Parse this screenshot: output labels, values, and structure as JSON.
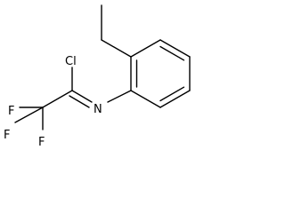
{
  "molecule": {
    "atoms": [
      {
        "id": "cl",
        "label": "Cl"
      },
      {
        "id": "n",
        "label": "N"
      },
      {
        "id": "f1",
        "label": "F"
      },
      {
        "id": "f2",
        "label": "F"
      },
      {
        "id": "f3",
        "label": "F"
      }
    ],
    "bonds": [
      {
        "from": "c_imine",
        "to": "n",
        "order": 2
      },
      {
        "from": "c_imine",
        "to": "cl",
        "order": 1
      },
      {
        "from": "c_imine",
        "to": "c_cf3",
        "order": 1
      },
      {
        "from": "c_cf3",
        "to": "f1",
        "order": 1
      },
      {
        "from": "c_cf3",
        "to": "f2",
        "order": 1
      },
      {
        "from": "c_cf3",
        "to": "f3",
        "order": 1
      },
      {
        "from": "n",
        "to": "ring_c1",
        "order": 1
      },
      {
        "from": "ring_c1",
        "to": "ring_c2",
        "order": 2
      },
      {
        "from": "ring_c2",
        "to": "ring_c3",
        "order": 1
      },
      {
        "from": "ring_c3",
        "to": "ring_c4",
        "order": 2
      },
      {
        "from": "ring_c4",
        "to": "ring_c5",
        "order": 1
      },
      {
        "from": "ring_c5",
        "to": "ring_c6",
        "order": 2
      },
      {
        "from": "ring_c6",
        "to": "ring_c1",
        "order": 1
      },
      {
        "from": "ring_c2",
        "to": "ethyl_ch2",
        "order": 1
      },
      {
        "from": "ethyl_ch2",
        "to": "ethyl_ch3",
        "order": 1
      }
    ]
  }
}
